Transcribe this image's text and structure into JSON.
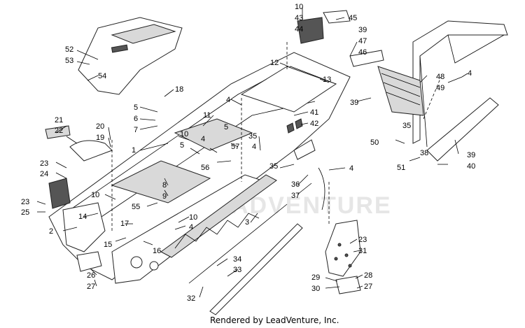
{
  "watermark": "ADVENTURE",
  "credit": "Rendered by LeadVenture, Inc.",
  "callouts": {
    "c1": "1",
    "c2": "2",
    "c3": "3",
    "c4a": "4",
    "c4b": "4",
    "c4c": "4",
    "c4d": "4",
    "c4e": "4",
    "c4f": "4",
    "c5a": "5",
    "c5b": "5",
    "c5c": "5",
    "c6": "6",
    "c7": "7",
    "c8": "8",
    "c9": "9",
    "c10a": "10",
    "c10b": "10",
    "c10c": "10",
    "c10d": "10",
    "c11": "11",
    "c12": "12",
    "c13": "13",
    "c14": "14",
    "c15": "15",
    "c16": "16",
    "c17": "17",
    "c18": "18",
    "c19": "19",
    "c20": "20",
    "c21": "21",
    "c22": "22",
    "c23a": "23",
    "c23b": "23",
    "c23c": "23",
    "c24": "24",
    "c25": "25",
    "c26": "26",
    "c27a": "27",
    "c27b": "27",
    "c28": "28",
    "c29": "29",
    "c30": "30",
    "c31": "31",
    "c32": "32",
    "c33": "33",
    "c34": "34",
    "c35a": "35",
    "c35b": "35",
    "c35c": "35",
    "c36": "36",
    "c37": "37",
    "c38": "38",
    "c39a": "39",
    "c39b": "39",
    "c39c": "39",
    "c40": "40",
    "c41": "41",
    "c42": "42",
    "c43": "43",
    "c44": "44",
    "c45": "45",
    "c46": "46",
    "c47": "47",
    "c48": "48",
    "c49": "49",
    "c50": "50",
    "c51": "51",
    "c52": "52",
    "c53": "53",
    "c54": "54",
    "c55": "55",
    "c56": "56",
    "c57": "57"
  }
}
